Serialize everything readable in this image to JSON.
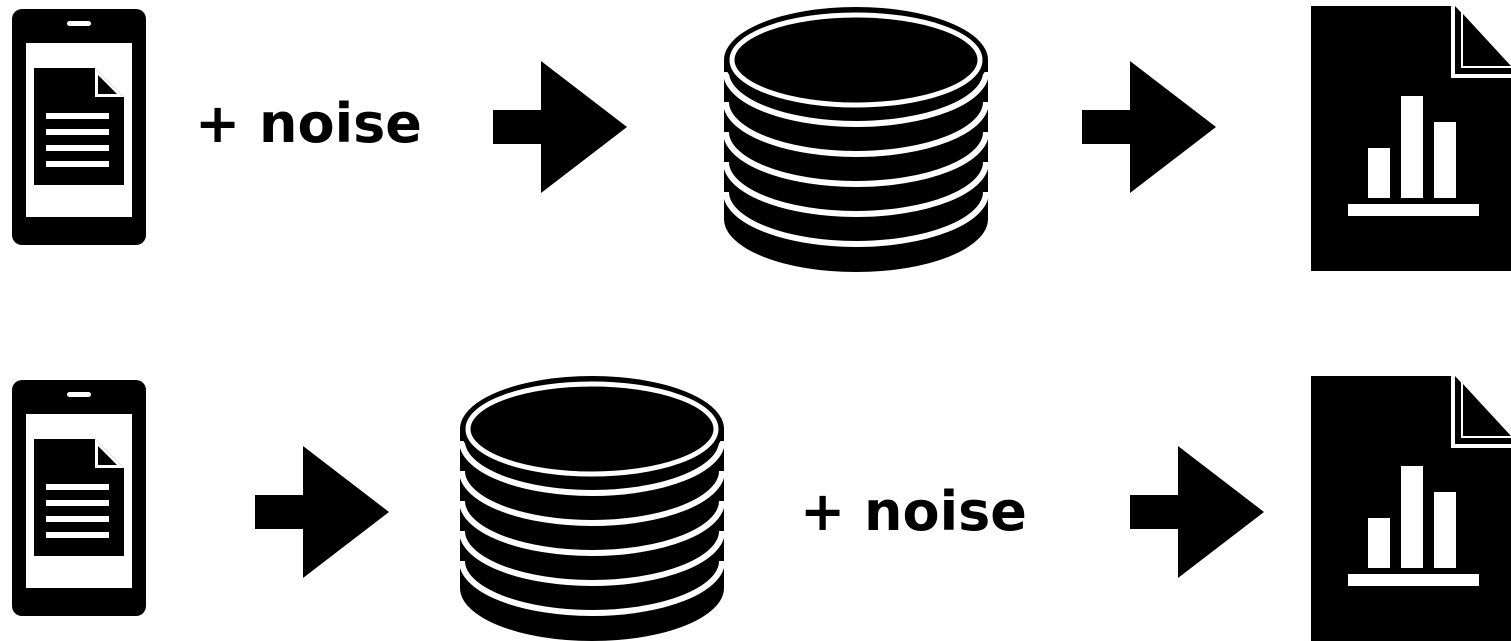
{
  "colors": {
    "ink": "#000000",
    "background": "#ffffff"
  },
  "rows": [
    {
      "id": "local-noise",
      "steps": [
        "phone-document-icon",
        "noise-label",
        "arrow-icon",
        "database-icon",
        "arrow-icon",
        "report-chart-icon"
      ],
      "noise_label": "+ noise"
    },
    {
      "id": "central-noise",
      "steps": [
        "phone-document-icon",
        "arrow-icon",
        "database-icon",
        "noise-label",
        "arrow-icon",
        "report-chart-icon"
      ],
      "noise_label": "+ noise"
    }
  ]
}
